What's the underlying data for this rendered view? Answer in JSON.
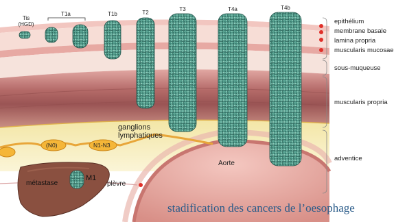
{
  "stages": [
    {
      "id": "tis",
      "label": "Tis",
      "sublabel": "(HGD)"
    },
    {
      "id": "t1a",
      "label": "T1a"
    },
    {
      "id": "t1b",
      "label": "T1b"
    },
    {
      "id": "t2",
      "label": "T2"
    },
    {
      "id": "t3",
      "label": "T3"
    },
    {
      "id": "t4a",
      "label": "T4a"
    },
    {
      "id": "t4b",
      "label": "T4b"
    }
  ],
  "layers": {
    "epithelium": "epithélium",
    "membrane_basale": "membrane basale",
    "lamina_propria": "lamina propria",
    "muscularis_mucosae": "muscularis mucosae",
    "sous_muqueuse": "sous-muqueuse",
    "muscularis_propria": "muscularis propria",
    "adventice": "adventice"
  },
  "nodes": {
    "n0": "(N0)",
    "n1_n3": "N1-N3",
    "ganglions_line1": "ganglions",
    "ganglions_line2": "lymphatiques"
  },
  "aorte": "Aorte",
  "plevre": "plèvre",
  "metastase": "métastase",
  "m1": "M1",
  "caption": "stadification des cancers de l’oesophage",
  "colors": {
    "tumor": "#4f9a8a",
    "tumor_outline": "#24524a",
    "muscle": "#b26a6a",
    "fat": "#f6edb2",
    "liver": "#8a5040",
    "caption": "#2b5c8a"
  }
}
